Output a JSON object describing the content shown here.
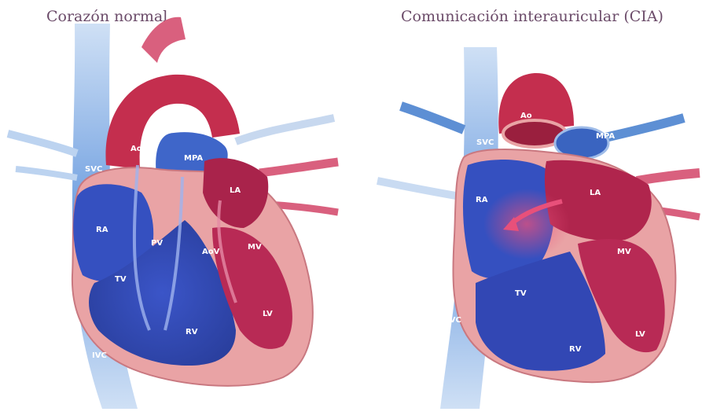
{
  "panels": [
    {
      "title": "Corazón normal",
      "labels": {
        "svc": "SVC",
        "ao": "Ao",
        "mpa": "MPA",
        "la": "LA",
        "ra": "RA",
        "pv": "PV",
        "aov": "AoV",
        "mv": "MV",
        "tv": "TV",
        "rv": "RV",
        "lv": "LV",
        "ivc": "IVC"
      }
    },
    {
      "title": "Comunicación interauricular (CIA)",
      "labels": {
        "svc": "SVC",
        "ao": "Ao",
        "mpa": "MPA",
        "la": "LA",
        "ra": "RA",
        "mv": "MV",
        "tv": "TV",
        "rv": "RV",
        "lv": "LV",
        "ivc": "IVC"
      }
    }
  ],
  "colors": {
    "title": "#6b4b69",
    "oxygenated": "#b8254f",
    "deoxygenated": "#2f4fb6",
    "vessel_blue": "#5d8fd4",
    "muscle": "#e79a9a",
    "shunt_arrow": "#e8507a"
  }
}
